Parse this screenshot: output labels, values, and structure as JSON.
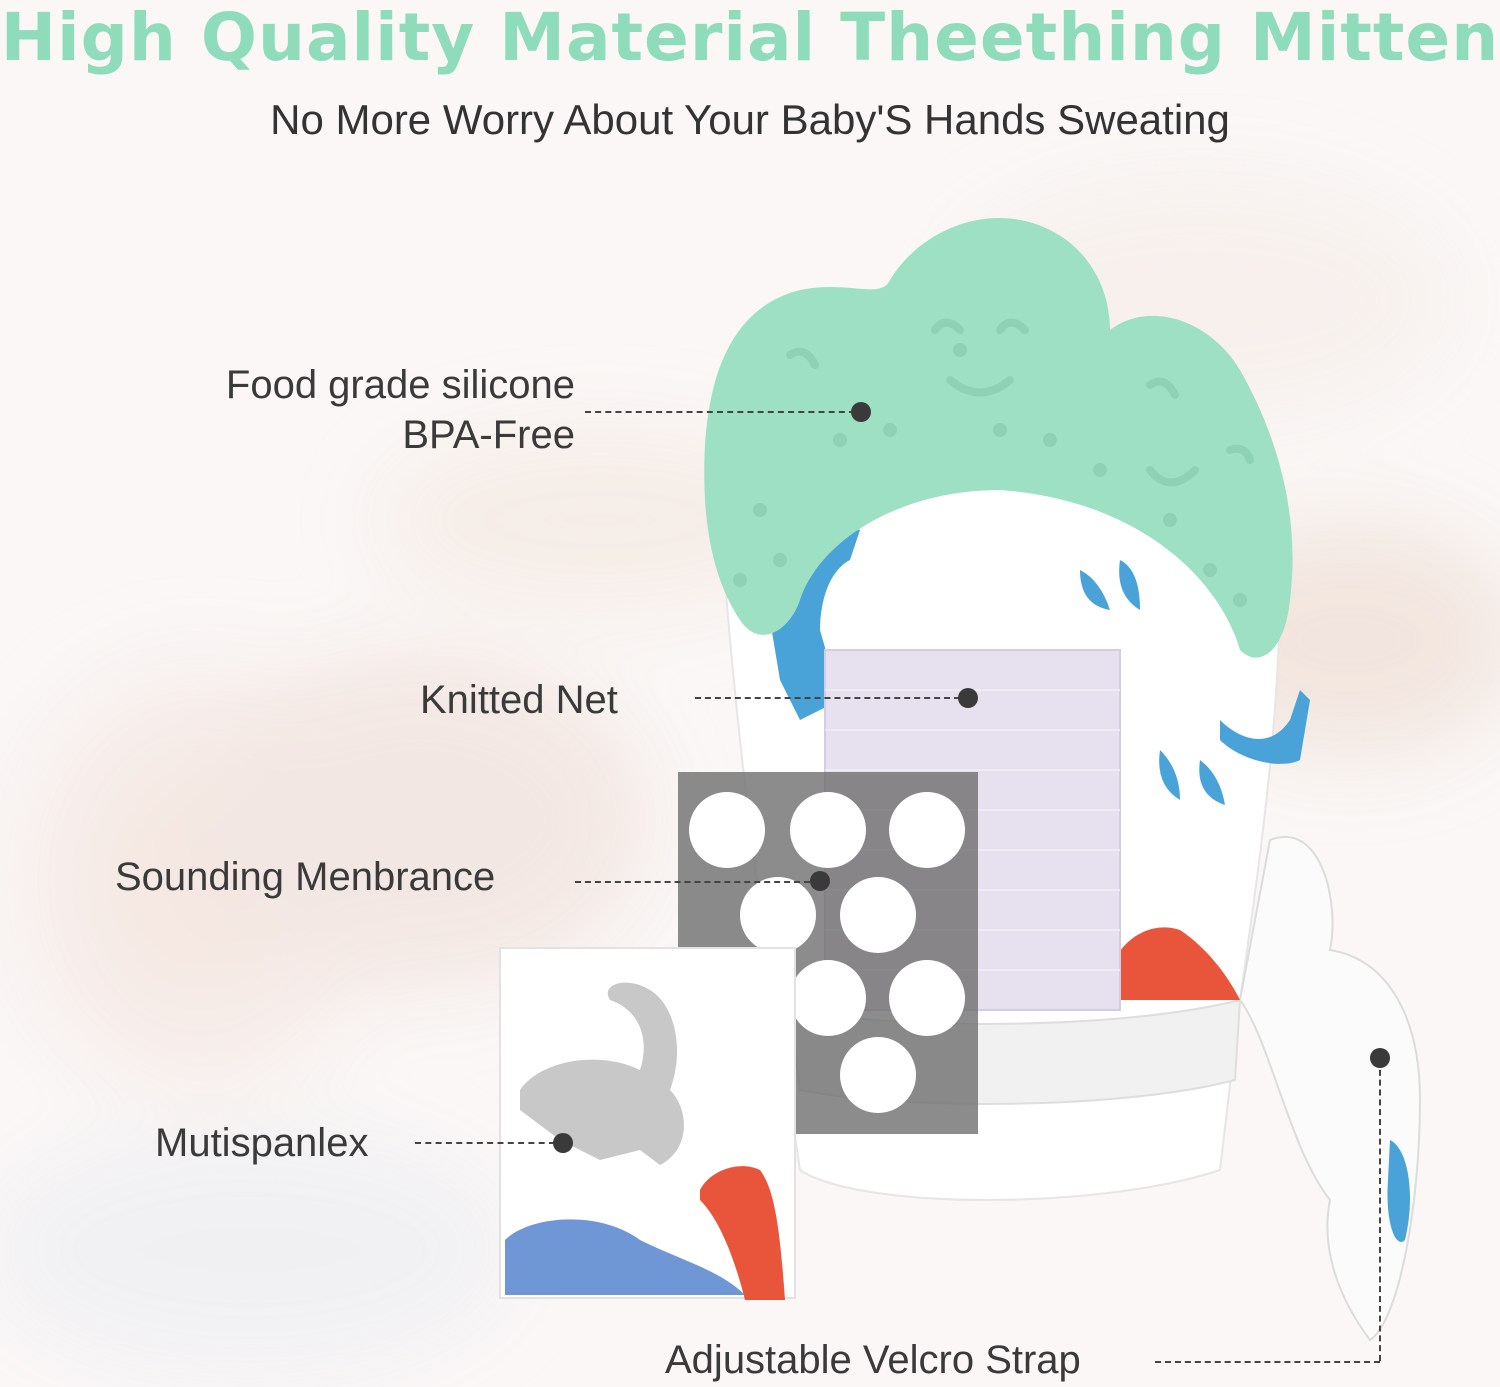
{
  "header": {
    "title": "High Quality Material Theething Mitten",
    "subtitle": "No More Worry About Your Baby'S Hands Sweating"
  },
  "callouts": {
    "silicone_line1": "Food grade silicone",
    "silicone_line2": "BPA-Free",
    "knitted_net": "Knitted Net",
    "sounding": "Sounding Menbrance",
    "mutispanlex": "Mutispanlex",
    "strap": "Adjustable Velcro Strap"
  },
  "colors": {
    "title": "#8fdcbc",
    "silicone": "#9ee0c4",
    "fabric": "#ffffff",
    "net": "#e6def0",
    "membrane": "#6b6b6b",
    "dino_blue": "#4aa3d8",
    "dino_red": "#e8553a",
    "dino_gray": "#c8c8c8"
  },
  "icons": [
    "teething-mitten-illustration",
    "dinosaur-print",
    "membrane-holes"
  ]
}
